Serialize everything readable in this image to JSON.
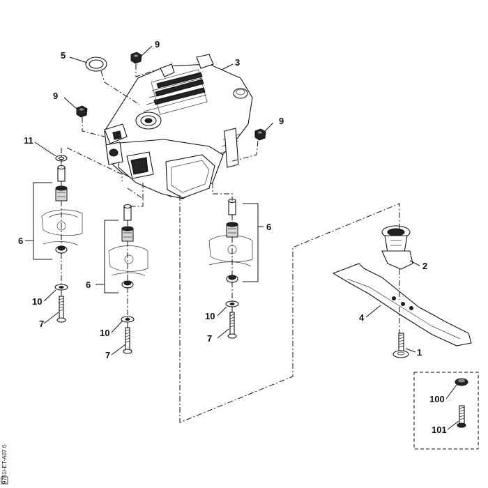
{
  "callouts": {
    "c1": "1",
    "c2": "2",
    "c3": "3",
    "c4": "4",
    "c5": "5",
    "c6a": "6",
    "c6b": "6",
    "c6c": "6",
    "c7a": "7",
    "c7b": "7",
    "c7c": "7",
    "c9a": "9",
    "c9b": "9",
    "c9c": "9",
    "c10a": "10",
    "c10b": "10",
    "c10c": "10",
    "c11": "11",
    "c100": "100",
    "c101": "101"
  },
  "drawing_code": "9761I-ET-A07 6"
}
